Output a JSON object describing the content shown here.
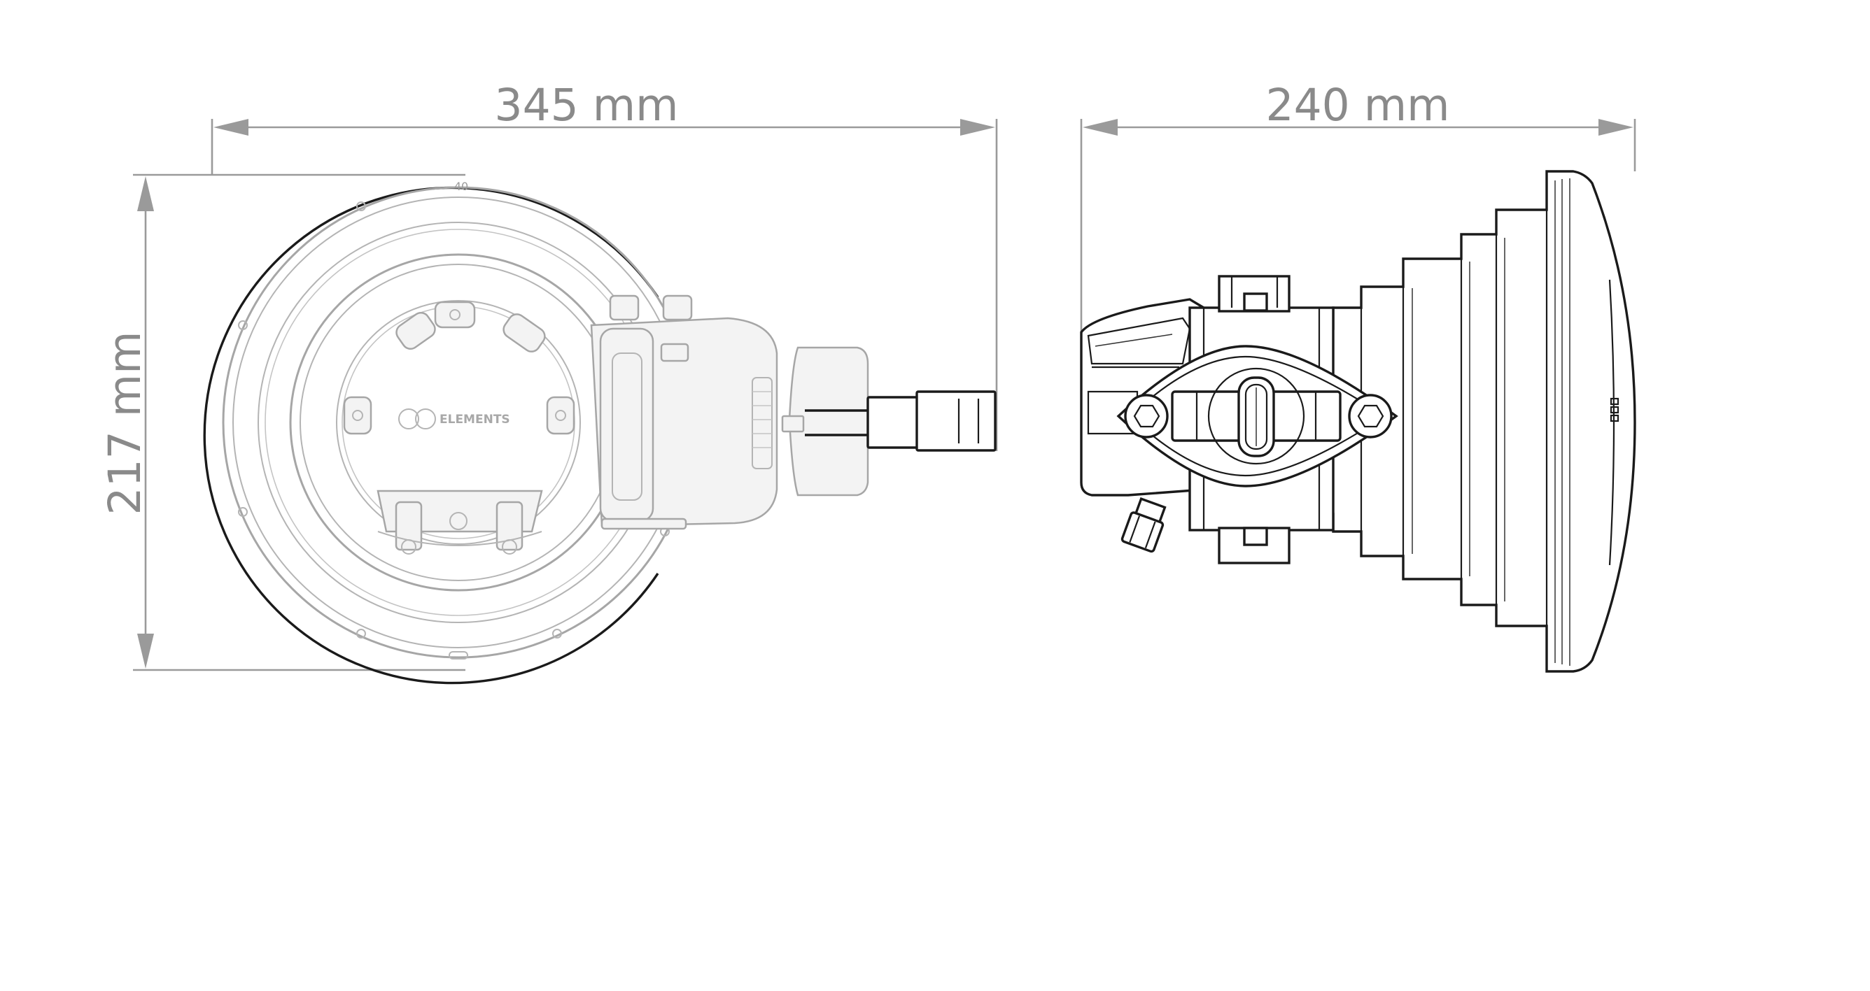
{
  "dimensions": {
    "front_width": "345 mm",
    "front_height": "217 mm",
    "side_width": "240 mm"
  },
  "markings": {
    "ring_number": "40",
    "brand": "ELEMENTS"
  },
  "colors": {
    "dimension_lines": "#9a9a9a",
    "dimension_text": "#8a8a8a",
    "front_view_lines": "#a6a6a6",
    "side_view_lines": "#1a1a1a",
    "background": "#ffffff"
  }
}
